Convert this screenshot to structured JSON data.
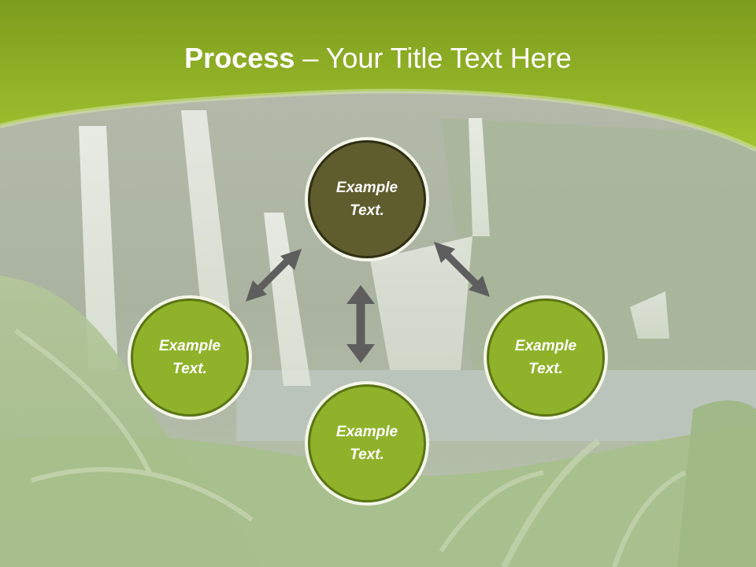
{
  "slide": {
    "title_bold": "Process",
    "title_rest": " – Your Title Text Here"
  },
  "process": {
    "top": "Example Text.",
    "left": "Example Text.",
    "bottom": "Example Text.",
    "right": "Example Text."
  },
  "colors": {
    "header_green": "#8fb22a",
    "node_light": "#8fb22a",
    "node_dark": "#5f5c2e",
    "arrow": "#5e5e5e"
  }
}
